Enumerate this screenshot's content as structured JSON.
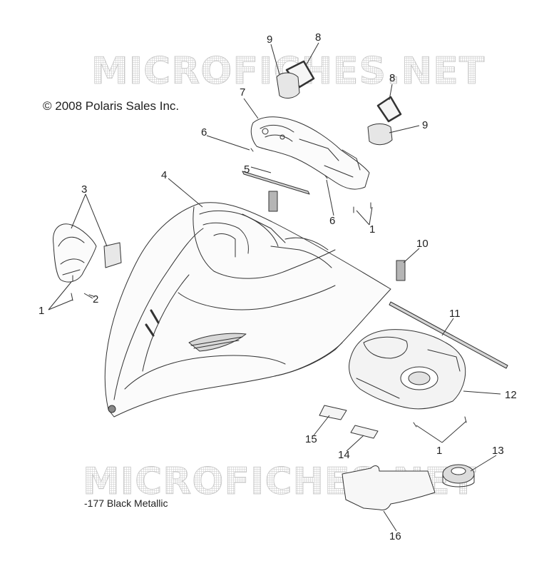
{
  "copyright": "© 2008 Polaris Sales Inc.",
  "finish_note": "-177 Black Metallic",
  "watermark": "MICROFICHES.NET",
  "callouts": [
    {
      "id": "c1a",
      "label": "1"
    },
    {
      "id": "c1b",
      "label": "1"
    },
    {
      "id": "c1c",
      "label": "1"
    },
    {
      "id": "c2",
      "label": "2"
    },
    {
      "id": "c3",
      "label": "3"
    },
    {
      "id": "c4",
      "label": "4"
    },
    {
      "id": "c5",
      "label": "5"
    },
    {
      "id": "c6a",
      "label": "6"
    },
    {
      "id": "c6b",
      "label": "6"
    },
    {
      "id": "c7",
      "label": "7"
    },
    {
      "id": "c8a",
      "label": "8"
    },
    {
      "id": "c8b",
      "label": "8"
    },
    {
      "id": "c9a",
      "label": "9"
    },
    {
      "id": "c9b",
      "label": "9"
    },
    {
      "id": "c10",
      "label": "10"
    },
    {
      "id": "c11",
      "label": "11"
    },
    {
      "id": "c12",
      "label": "12"
    },
    {
      "id": "c13",
      "label": "13"
    },
    {
      "id": "c14",
      "label": "14"
    },
    {
      "id": "c15",
      "label": "15"
    },
    {
      "id": "c16",
      "label": "16"
    }
  ]
}
